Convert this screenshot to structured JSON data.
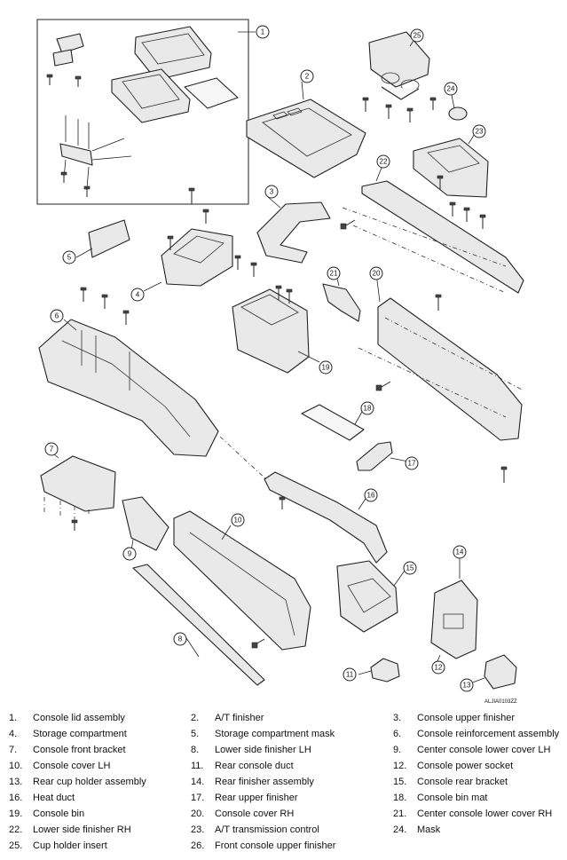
{
  "figure_code": "ALJIA0103ZZ",
  "legend": [
    {
      "num": "1.",
      "label": "Console lid assembly"
    },
    {
      "num": "2.",
      "label": "A/T finisher"
    },
    {
      "num": "3.",
      "label": "Console upper finisher"
    },
    {
      "num": "4.",
      "label": "Storage compartment"
    },
    {
      "num": "5.",
      "label": "Storage compartment mask"
    },
    {
      "num": "6.",
      "label": "Console reinforcement assembly"
    },
    {
      "num": "7.",
      "label": "Console front bracket"
    },
    {
      "num": "8.",
      "label": "Lower side finisher LH"
    },
    {
      "num": "9.",
      "label": "Center console lower cover LH"
    },
    {
      "num": "10.",
      "label": "Console cover LH"
    },
    {
      "num": "11.",
      "label": "Rear console duct"
    },
    {
      "num": "12.",
      "label": "Console power socket"
    },
    {
      "num": "13.",
      "label": "Rear cup holder assembly"
    },
    {
      "num": "14.",
      "label": "Rear finisher assembly"
    },
    {
      "num": "15.",
      "label": "Console rear bracket"
    },
    {
      "num": "16.",
      "label": "Heat duct"
    },
    {
      "num": "17.",
      "label": "Rear upper finisher"
    },
    {
      "num": "18.",
      "label": "Console bin mat"
    },
    {
      "num": "19.",
      "label": "Console bin"
    },
    {
      "num": "20.",
      "label": "Console cover RH"
    },
    {
      "num": "21.",
      "label": "Center console lower cover RH"
    },
    {
      "num": "22.",
      "label": "Lower side finisher RH"
    },
    {
      "num": "23.",
      "label": "A/T transmission control"
    },
    {
      "num": "24.",
      "label": "Mask"
    },
    {
      "num": "25.",
      "label": "Cup holder insert"
    },
    {
      "num": "26.",
      "label": "Front console upper finisher"
    }
  ],
  "callouts": [
    "1",
    "2",
    "3",
    "4",
    "5",
    "6",
    "7",
    "8",
    "9",
    "10",
    "11",
    "12",
    "13",
    "14",
    "15",
    "16",
    "17",
    "18",
    "19",
    "20",
    "21",
    "22",
    "23",
    "24",
    "25"
  ]
}
